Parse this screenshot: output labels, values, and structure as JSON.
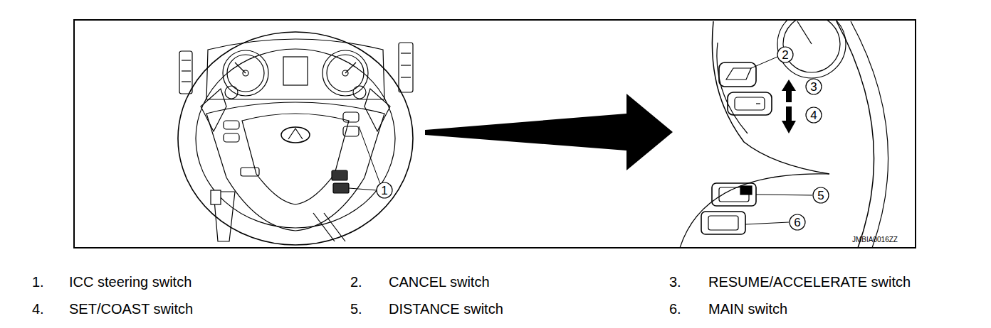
{
  "diagram": {
    "labels": [
      "1",
      "2",
      "3",
      "4",
      "5",
      "6",
      "JMBIA0016ZZ",
      "1.",
      "ICC steering switch",
      "2.",
      "CANCEL switch",
      "3.",
      "RESUME/ACCELERATE switch",
      "4.",
      "SET/COAST switch",
      "5.",
      "DISTANCE switch",
      "6.",
      "MAIN switch"
    ]
  }
}
